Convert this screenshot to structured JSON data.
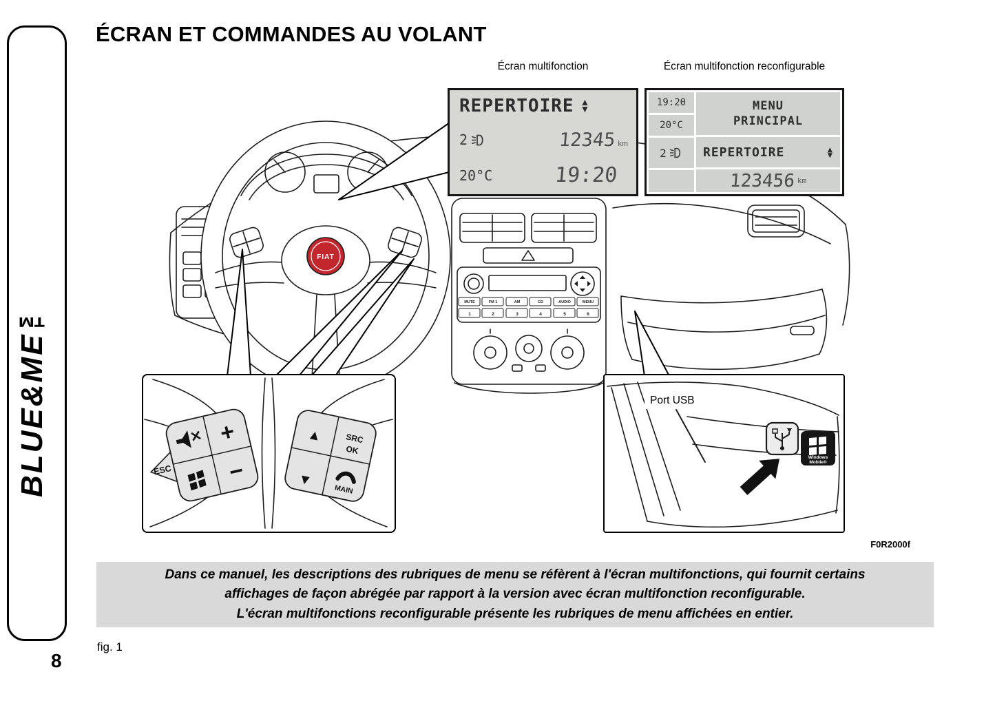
{
  "page": {
    "number": "8",
    "fig": "fig. 1",
    "figure_code": "F0R2000f"
  },
  "sidebar": {
    "brand": "BLUE&ME™"
  },
  "title": "ÉCRAN ET COMMANDES AU VOLANT",
  "captions": {
    "left": "Écran multifonction",
    "right": "Écran multifonction reconfigurable",
    "usb": "Port USB"
  },
  "screen_left": {
    "menu_item": "REPERTOIRE",
    "gear": "2",
    "odometer": "12345",
    "odo_unit": "km",
    "temp": "20°C",
    "time": "19:20"
  },
  "screen_right": {
    "time": "19:20",
    "temp": "20°C",
    "gear": "2",
    "menu_line1": "MENU",
    "menu_line2": "PRINCIPAL",
    "menu_item": "REPERTOIRE",
    "odometer": "123456",
    "odo_unit": "km"
  },
  "wheel_controls": {
    "plus": "+",
    "minus": "−",
    "esc": "ESC",
    "up": "▲",
    "down": "▼",
    "src": "SRC",
    "ok": "OK",
    "main": "MAIN"
  },
  "radio": {
    "keys": [
      "MUTE",
      "FM 1",
      "AM",
      "CD",
      "AUDIO",
      "MENU"
    ],
    "presets": [
      "1",
      "2",
      "3",
      "4",
      "5",
      "6"
    ]
  },
  "usb_badge": {
    "line1": "Windows",
    "line2": "Mobile®"
  },
  "fiat": "FIAT",
  "note": {
    "line1": "Dans ce manuel, les descriptions des rubriques de menu se réfèrent à l'écran multifonctions, qui fournit certains",
    "line2": "affichages de façon abrégée par rapport à la version avec écran multifonction reconfigurable.",
    "line3": "L'écran multifonctions reconfigurable présente les rubriques de menu affichées en entier."
  },
  "colors": {
    "lcd_bg": "#d7d7d4",
    "note_bg": "#d9d9d9",
    "fiat_red": "#c1272d"
  }
}
